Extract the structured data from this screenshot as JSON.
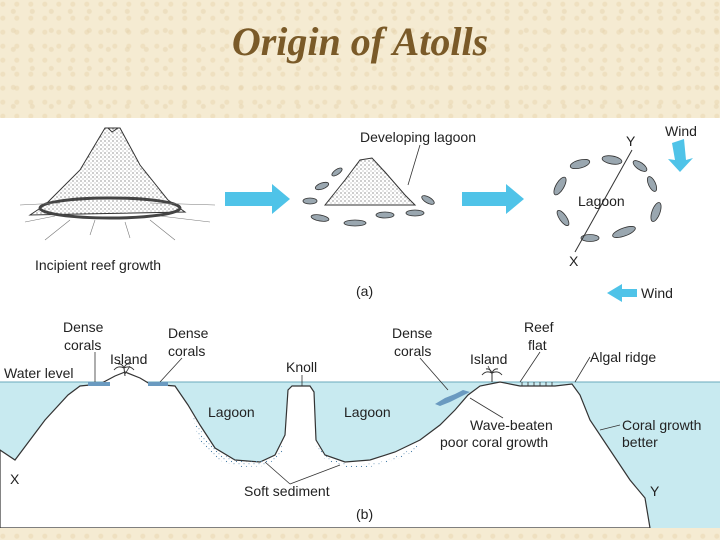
{
  "title": "Origin of Atolls",
  "panel_a": {
    "incipient": "Incipient reef growth",
    "developing": "Developing lagoon",
    "lagoon": "Lagoon",
    "wind": "Wind",
    "y": "Y",
    "x": "X",
    "caption": "(a)"
  },
  "panel_b": {
    "dense_corals_1a": "Dense",
    "dense_corals_1b": "corals",
    "island_1": "Island",
    "dense_corals_2a": "Dense",
    "dense_corals_2b": "corals",
    "water_level": "Water level",
    "knoll": "Knoll",
    "lagoon_left": "Lagoon",
    "lagoon_right": "Lagoon",
    "dense_corals_3a": "Dense",
    "dense_corals_3b": "corals",
    "island_2": "Island",
    "reef_flat_a": "Reef",
    "reef_flat_b": "flat",
    "algal_ridge": "Algal ridge",
    "wave_beaten_a": "Wave-beaten",
    "wave_beaten_b": "poor coral growth",
    "coral_growth_a": "Coral growth",
    "coral_growth_b": "better",
    "soft_sediment": "Soft sediment",
    "x": "X",
    "y": "Y",
    "caption": "(b)"
  },
  "colors": {
    "water": "#c8eaf0",
    "arrow": "#4fc3e8",
    "coral": "#6a9ac0"
  }
}
